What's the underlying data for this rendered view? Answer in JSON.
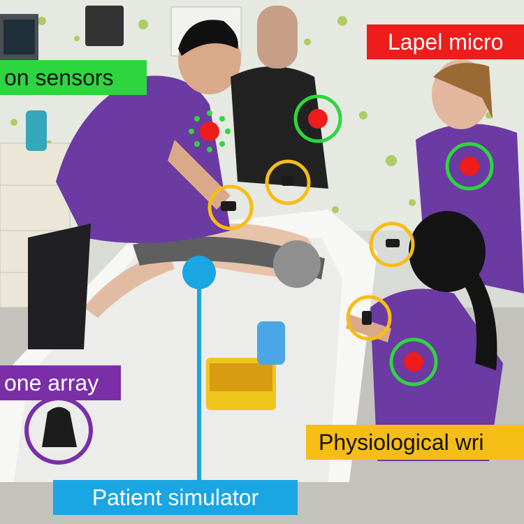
{
  "labels": {
    "location_sensors": "on sensors",
    "lapel_microphones": "Lapel micro",
    "microphone_array": "one array",
    "physiological_wristbands": "Physiological wri",
    "patient_simulator": "Patient simulator"
  },
  "colors": {
    "location_sensor": "#2dd63f",
    "lapel_microphone": "#ef1c1c",
    "microphone_array": "#7a2ea8",
    "wristband": "#f6bd16",
    "patient_simulator": "#1aa5e3"
  }
}
